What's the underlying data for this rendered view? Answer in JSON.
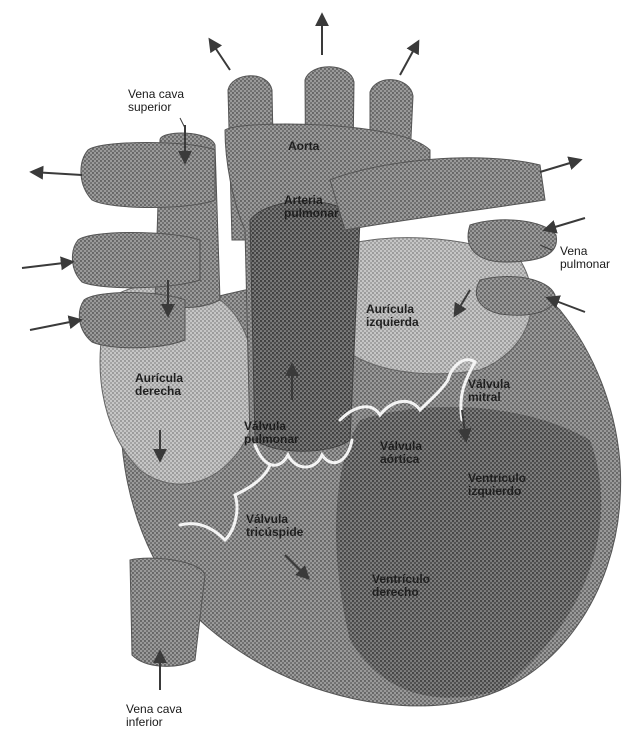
{
  "colors": {
    "tissue_dark": "#5a5a5a",
    "tissue_mid": "#8c8c8c",
    "tissue_light": "#bdbdbd",
    "valve_line": "#f4f4f4",
    "arrow": "#3a3a3a",
    "background": "#ffffff"
  },
  "labels": {
    "vena_cava_superior": [
      "Vena cava",
      "superior"
    ],
    "aorta": [
      "Aorta"
    ],
    "arteria_pulmonar": [
      "Arteria",
      "pulmonar"
    ],
    "vena_pulmonar": [
      "Vena",
      "pulmonar"
    ],
    "auricula_izquierda": [
      "Aurícula",
      "izquierda"
    ],
    "auricula_derecha": [
      "Aurícula",
      "derecha"
    ],
    "valvula_mitral": [
      "Válvula",
      "mitral"
    ],
    "valvula_pulmonar": [
      "Válvula",
      "pulmonar"
    ],
    "valvula_aortica": [
      "Válvula",
      "aórtica"
    ],
    "ventriculo_izquierdo": [
      "Ventrículo",
      "izquierdo"
    ],
    "valvula_tricuspide": [
      "Válvula",
      "tricúspide"
    ],
    "ventriculo_derecho": [
      "Ventrículo",
      "derecho"
    ],
    "vena_cava_inferior": [
      "Vena cava",
      "inferior"
    ]
  }
}
